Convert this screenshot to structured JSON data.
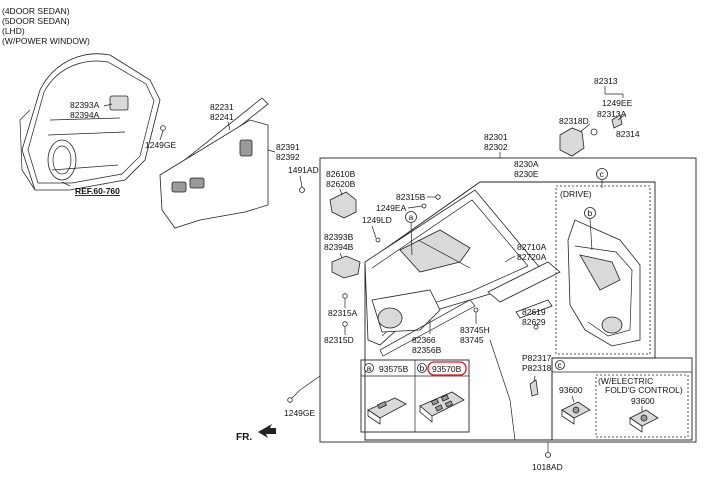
{
  "header": {
    "line1": "(4DOOR SEDAN)",
    "line2": "(5DOOR SEDAN)",
    "line3": "(LHD)",
    "line4": "(W/POWER WINDOW)"
  },
  "labels": {
    "p82393A": "82393A",
    "p82394A": "82394A",
    "p1249GE_top": "1249GE",
    "ref": "REF.60-760",
    "p82231": "82231",
    "p82241": "82241",
    "p82391": "82391",
    "p82392": "82392",
    "p82313": "82313",
    "p1249EE": "1249EE",
    "p82313A": "82313A",
    "p82318D": "82318D",
    "p82314": "82314",
    "p82301": "82301",
    "p82302": "82302",
    "p8230A": "8230A",
    "p8230E": "8230E",
    "p1491AD": "1491AD",
    "p82610B": "82610B",
    "p82620B": "82620B",
    "p82315B": "82315B",
    "p1249EA": "1249EA",
    "p1249LD": "1249LD",
    "p82393B": "82393B",
    "p82394B": "82394B",
    "p82710A": "82710A",
    "p82720A": "82720A",
    "p82315A": "82315A",
    "p82315D": "82315D",
    "p82366": "82366",
    "p82356B": "82356B",
    "p83745H": "83745H",
    "p83745": "83745",
    "p82619": "82619",
    "p82629": "82629",
    "pP82317": "P82317",
    "pP82318": "P82318",
    "p1249GE_bottom": "1249GE",
    "fr": "FR.",
    "p1018AD": "1018AD",
    "drive": "(DRIVE)",
    "electric1": "(W/ELECTRIC",
    "electric2": "FOLD'G CONTROL)",
    "p93600a": "93600",
    "p93600b": "93600",
    "callout_a_part": "93575B",
    "callout_b_part": "93570B"
  },
  "callouts": {
    "a": "a",
    "b": "b",
    "c": "c"
  },
  "colors": {
    "highlight": "#e0141e",
    "line": "#222222"
  }
}
